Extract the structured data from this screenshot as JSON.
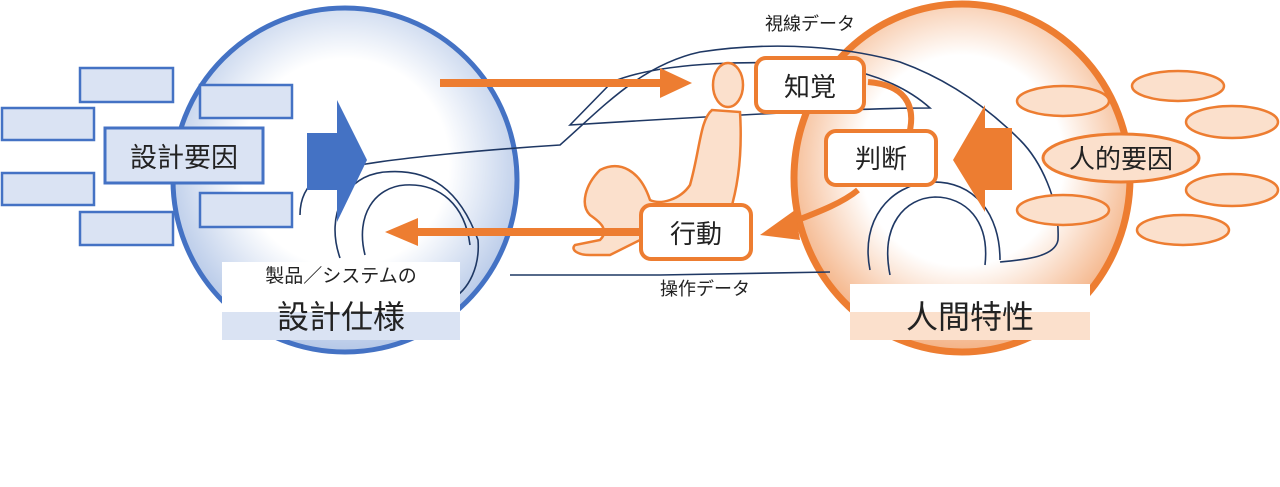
{
  "colors": {
    "blue": "#4472c4",
    "orange": "#ed7d31",
    "light_blue": "#dae3f3",
    "light_orange": "#fbe0cc",
    "car_line": "#1f3864"
  },
  "left": {
    "factor_label": "設計要因",
    "caption_small": "製品／システムの",
    "caption_large": "設計仕様"
  },
  "center": {
    "gaze_data": "視線データ",
    "operation_data": "操作データ",
    "perception": "知覚",
    "judgment": "判断",
    "action": "行動"
  },
  "right": {
    "factor_label": "人的要因",
    "caption_large": "人間特性"
  }
}
